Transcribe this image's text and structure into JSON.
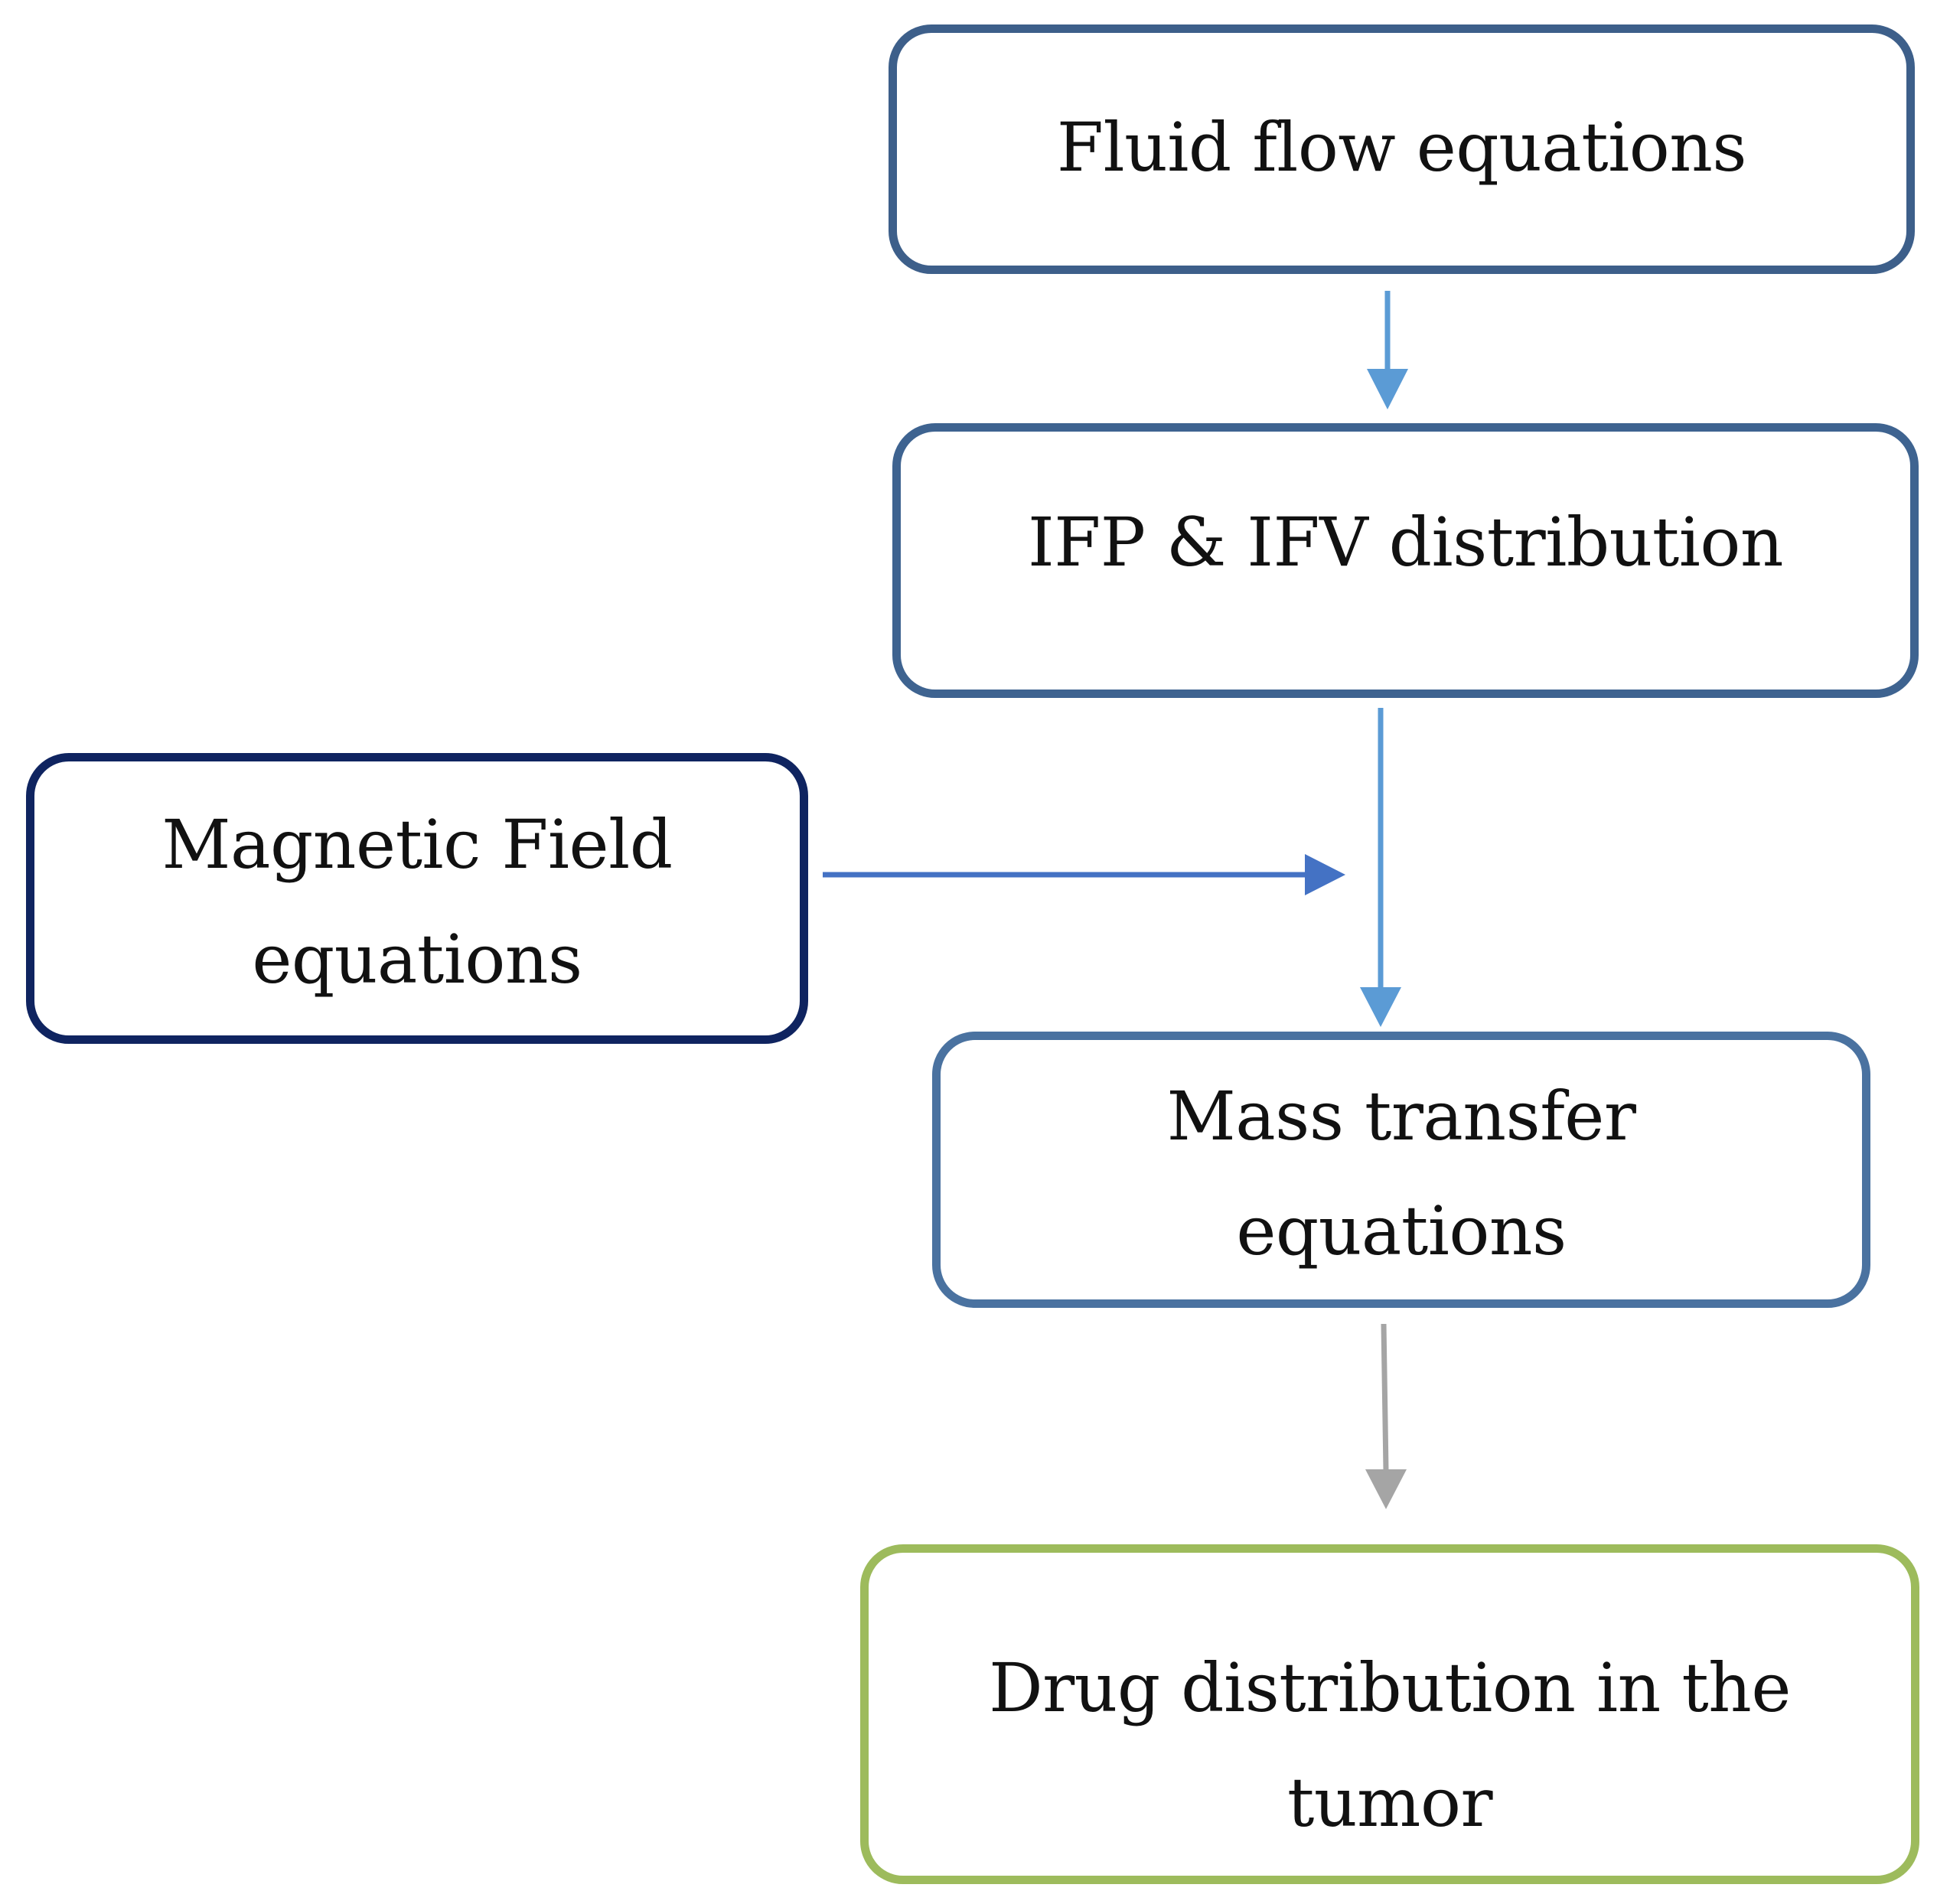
{
  "nodes": {
    "fluid_flow": {
      "lines": [
        "Fluid flow equations"
      ]
    },
    "ifp_ifv": {
      "lines": [
        "IFP & IFV distribution"
      ]
    },
    "magnetic_field": {
      "lines": [
        "Magnetic Field",
        "equations"
      ]
    },
    "mass_transfer": {
      "lines": [
        "Mass transfer",
        "equations"
      ]
    },
    "drug_distribution": {
      "lines": [
        "Drug distribution in the",
        "tumor"
      ]
    }
  },
  "edges": [
    {
      "from": "fluid_flow",
      "to": "ifp_ifv",
      "color": "#5b9bd5"
    },
    {
      "from": "ifp_ifv",
      "to": "mass_transfer",
      "color": "#5b9bd5"
    },
    {
      "from": "magnetic_field",
      "to": "ifp_ifv-mass_transfer-link",
      "color": "#4472c4"
    },
    {
      "from": "mass_transfer",
      "to": "drug_distribution",
      "color": "#a5a5a5"
    }
  ],
  "colors": {
    "fluid_border": "#3d5f8a",
    "ifp_border": "#3e6390",
    "magnetic_border": "#0f2460",
    "mass_border": "#4a72a0",
    "drug_border": "#9dbb5c"
  }
}
